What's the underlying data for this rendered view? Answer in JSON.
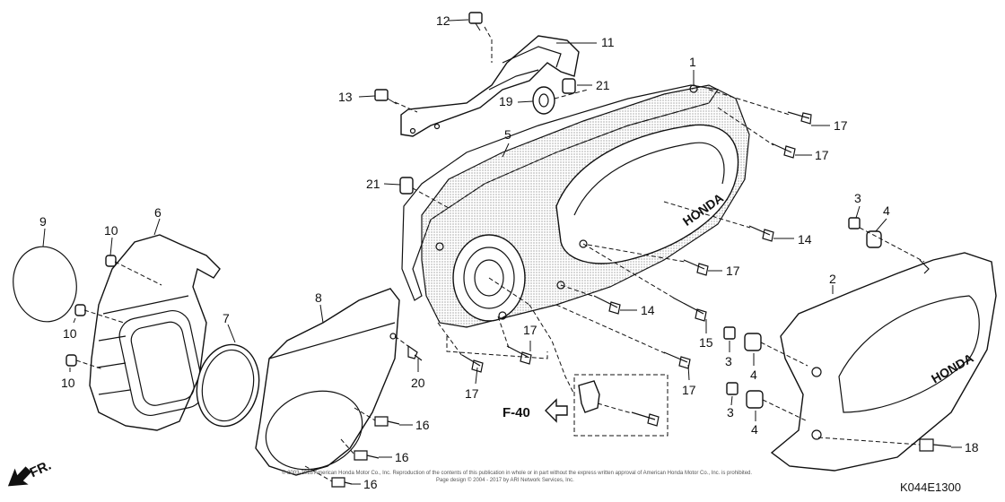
{
  "diagram": {
    "callouts": {
      "c1": "1",
      "c2": "2",
      "c3a": "3",
      "c3b": "3",
      "c3c": "3",
      "c4a": "4",
      "c4b": "4",
      "c4c": "4",
      "c5": "5",
      "c6": "6",
      "c7": "7",
      "c8": "8",
      "c9": "9",
      "c10a": "10",
      "c10b": "10",
      "c10c": "10",
      "c11": "11",
      "c12": "12",
      "c13": "13",
      "c14a": "14",
      "c14b": "14",
      "c15": "15",
      "c16a": "16",
      "c16b": "16",
      "c16c": "16",
      "c17a": "17",
      "c17b": "17",
      "c17c": "17",
      "c17d": "17",
      "c17e": "17",
      "c17f": "17",
      "c18": "18",
      "c19": "19",
      "c20": "20",
      "c21a": "21",
      "c21b": "21"
    },
    "front_arrow_label": "FR.",
    "page_ref_label": "F-40",
    "brand_label_1": "HONDA",
    "brand_label_2": "HONDA",
    "figure_code": "K044E1300",
    "copyright_line_1": "© 2003-2018 American Honda Motor Co., Inc. Reproduction of the contents of this publication in whole or in part without the express written approval of American Honda Motor Co., Inc. is prohibited.",
    "copyright_line_2": "Page design © 2004 - 2017 by ARI Network Services, Inc."
  }
}
